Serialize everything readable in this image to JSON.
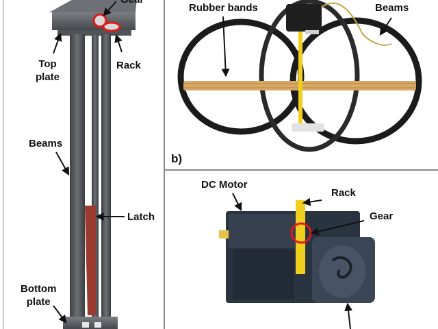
{
  "figure": {
    "panel_a": {
      "labels": {
        "gear": "Gear",
        "top_plate": "Top\nplate",
        "rack": "Rack",
        "beams": "Beams",
        "latch": "Latch",
        "bottom_plate": "Bottom\nplate"
      }
    },
    "panel_b": {
      "tag": "b)",
      "labels": {
        "rubber_bands": "Rubber bands",
        "beams": "Beams"
      }
    },
    "panel_c": {
      "labels": {
        "dc_motor": "DC Motor",
        "rack": "Rack",
        "gear": "Gear"
      }
    },
    "colors": {
      "frame_gray": "#5f6266",
      "beam_black": "#1b1b1b",
      "band_tan": "#d8a867",
      "rack_yellow": "#f1cf1e",
      "latch_red": "#9b3a2f",
      "highlight_red": "#e01818",
      "print_dark": "#2a3340"
    }
  }
}
